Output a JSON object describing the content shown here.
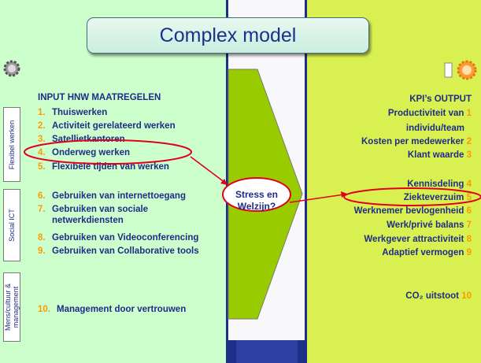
{
  "title": "Complex model",
  "input_heading": "INPUT HNW MAATREGELEN",
  "output_heading": "KPI’s   OUTPUT",
  "side_tabs": [
    "Flexibel werken",
    "Social ICT",
    "Mens/cultuur & management"
  ],
  "center_label_line1": "Stress en",
  "center_label_line2": "Welzijn?",
  "input_items": [
    {
      "num": "1.",
      "text": "Thuiswerken"
    },
    {
      "num": "2.",
      "text": "Activiteit gerelateerd werken"
    },
    {
      "num": "3.",
      "text": "Satellietkantoren"
    },
    {
      "num": "4.",
      "text": "Onderweg werken"
    },
    {
      "num": "5.",
      "text": "Flexibele tijden van werken"
    },
    {
      "num": "6.",
      "text": "Gebruiken van internettoegang"
    },
    {
      "num": "7.",
      "text": "Gebruiken van sociale",
      "cont": "netwerkdiensten"
    },
    {
      "num": "8.",
      "text": "Gebruiken van Videoconferencing"
    },
    {
      "num": "9.",
      "text": "Gebruiken van Collaborative tools"
    },
    {
      "num": "10.",
      "text": "Management door vertrouwen"
    }
  ],
  "output_items": [
    {
      "text": "Productiviteit van",
      "num": "1"
    },
    {
      "text": "individu/team",
      "num": ""
    },
    {
      "text": "Kosten per medewerker",
      "num": "2"
    },
    {
      "text": "Klant waarde",
      "num": "3"
    },
    {
      "text": "Kennisdeling",
      "num": "4"
    },
    {
      "text": "Ziekteverzuim",
      "num": "5"
    },
    {
      "text": "Werknemer bevlogenheid",
      "num": "6"
    },
    {
      "text": "Werk/privé balans",
      "num": "7"
    },
    {
      "text": "Werkgever attractiviteit",
      "num": "8"
    },
    {
      "text": "Adaptief vermogen",
      "num": "9"
    },
    {
      "text": "CO₂ uitstoot",
      "num": "10"
    }
  ],
  "colors": {
    "left_band": "#ccffcc",
    "right_band": "#d9f150",
    "text": "#1f2c88",
    "number": "#ff9900",
    "highlight": "#e0001b",
    "arrow": "#99cc00"
  }
}
